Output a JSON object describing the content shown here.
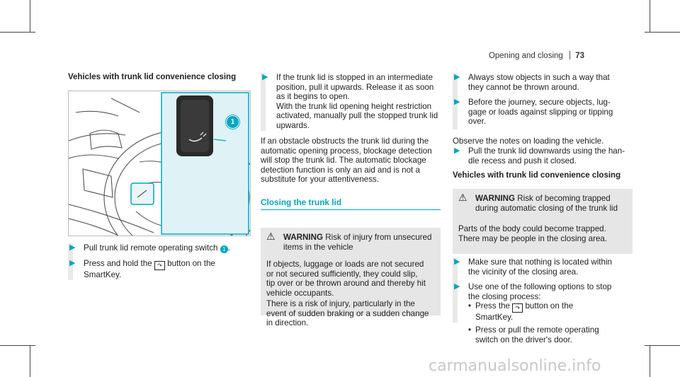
{
  "header": {
    "section": "Opening and closing",
    "page": "73"
  },
  "col1": {
    "heading": "Vehicles with trunk lid convenience closing",
    "callout_number": "1",
    "steps": [
      {
        "text_before": "Pull trunk lid remote operating switch",
        "callout": "1",
        "text_after": "."
      },
      {
        "line1_before": "Press and hold the",
        "line1_after": "button on the",
        "line2": "SmartKey."
      }
    ]
  },
  "col2": {
    "step": {
      "lines": [
        "If the trunk lid is stopped in an intermediate",
        "position, pull it upwards. Release it as soon",
        "as it begins to open.",
        "With the trunk lid opening height restriction",
        "activated, manually pull the stopped trunk lid",
        "upwards."
      ]
    },
    "para": [
      "If an obstacle obstructs the trunk lid during the",
      "automatic opening process, blockage detection",
      "will stop the trunk lid. The automatic blockage",
      "detection function is only an aid and is not a",
      "substitute for your attentiveness."
    ],
    "heading": "Closing the trunk lid",
    "warning": {
      "title": "WARNING",
      "title_rest": "Risk of injury from unsecured",
      "title_line2": "items in the vehicle",
      "body1": [
        "If objects, luggage or loads are not secured",
        "or not secured sufficiently, they could slip,",
        "tip over or be thrown around and thereby hit",
        "vehicle occupants."
      ],
      "body2": [
        "There is a risk of injury, particularly in the",
        "event of sudden braking or a sudden change",
        "in direction."
      ]
    }
  },
  "col3": {
    "step1": [
      "Always stow objects in such a way that",
      "they cannot be thrown around."
    ],
    "step2": [
      "Before the journey, secure objects, lug-",
      "gage or loads against slipping or tipping",
      "over."
    ],
    "observe": "Observe the notes on loading the vehicle.",
    "step3": [
      "Pull the trunk lid downwards using the han-",
      "dle recess and push it closed."
    ],
    "heading": "Vehicles with trunk lid convenience closing",
    "warning": {
      "title": "WARNING",
      "title_rest": "Risk of becoming trapped",
      "title_line2": "during automatic closing of the trunk lid",
      "body": [
        "Parts of the body could become trapped.",
        "There may be people in the closing area."
      ]
    },
    "step4": [
      "Make sure that nothing is located within",
      "the vicinity of the closing area."
    ],
    "step5": [
      "Use one of the following options to stop",
      "the closing process:"
    ],
    "bullet1": {
      "line1_before": "Press the",
      "line1_after": "button on the",
      "line2": "SmartKey."
    },
    "bullet2": [
      "Press or pull the remote operating",
      "switch on the driver's door."
    ]
  },
  "footer": {
    "watermark": "carmanualsonline.info"
  },
  "colors": {
    "accent": "#00a7c4",
    "warning_bg": "#e6e6e6",
    "sidebar": "#e9e9e9"
  }
}
